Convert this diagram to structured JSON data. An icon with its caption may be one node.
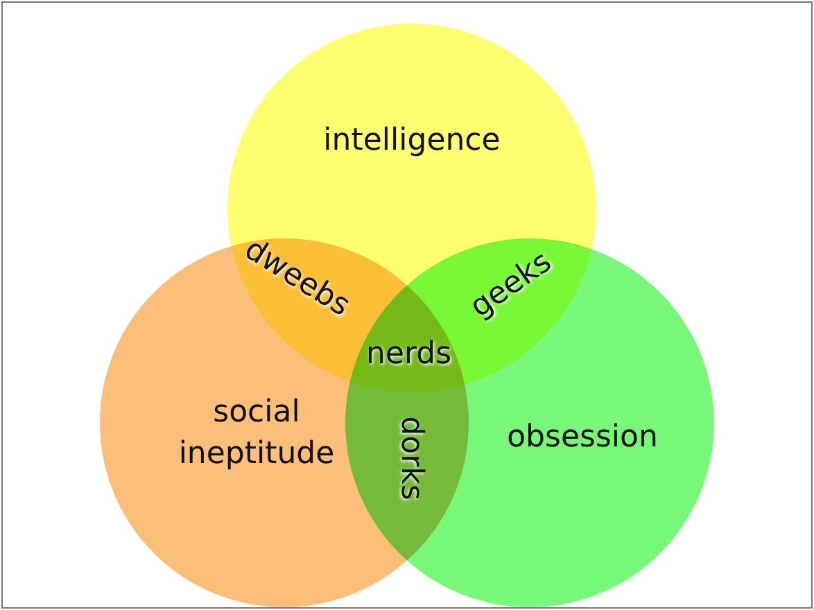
{
  "diagram": {
    "nodes": [
      {
        "text": [
          "intelligence"
        ]
      },
      {
        "text": [
          "social ineptitude"
        ]
      },
      {
        "text": [
          "obsession"
        ]
      }
    ],
    "labels": [
      "dweebs",
      "geeks",
      "nerds",
      "dorks"
    ]
  }
}
